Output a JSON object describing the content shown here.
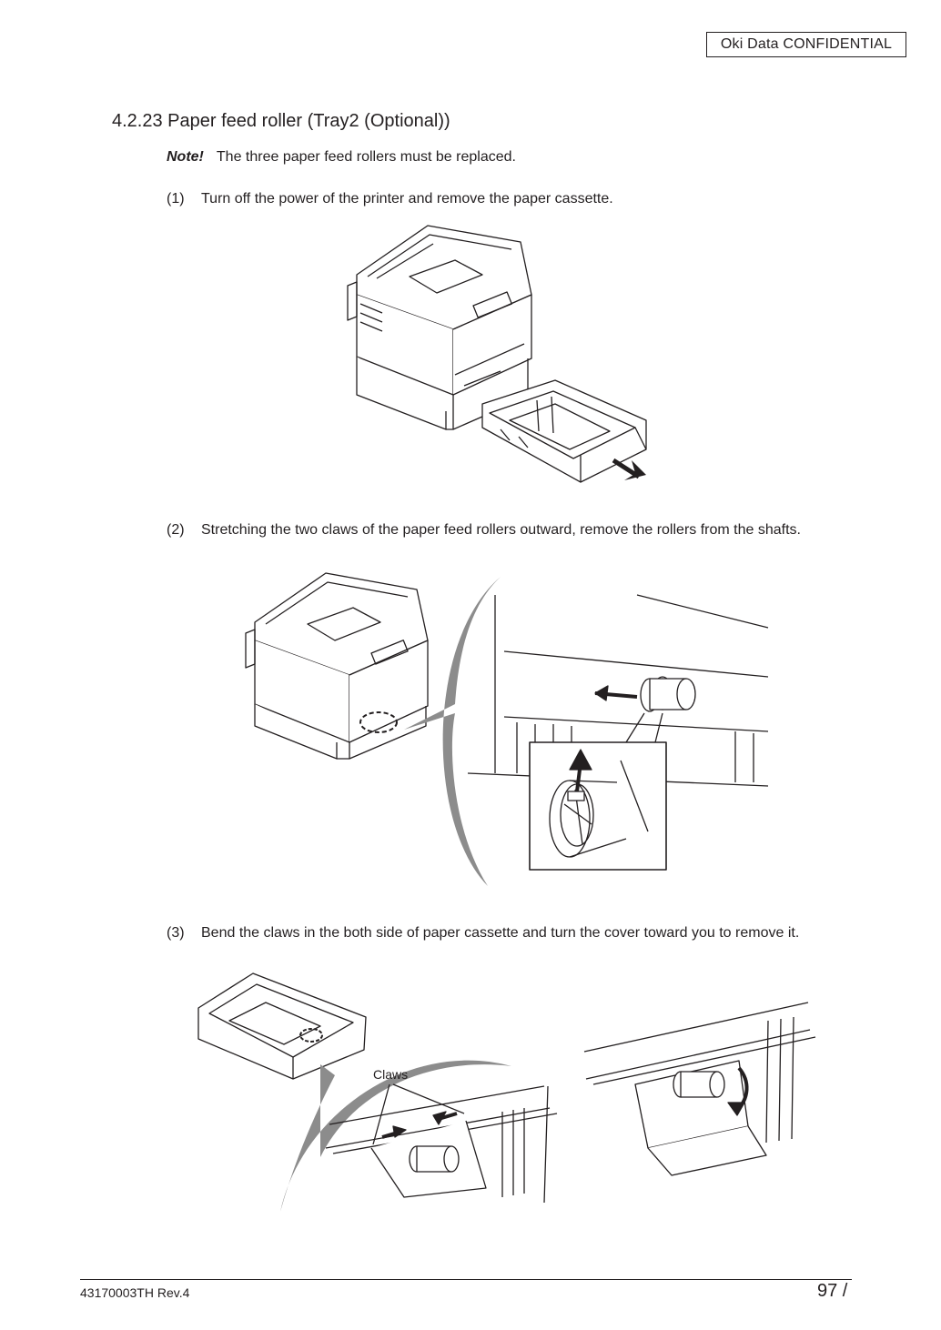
{
  "header": {
    "confidential": "Oki Data CONFIDENTIAL"
  },
  "section": {
    "title": "4.2.23  Paper feed roller (Tray2 (Optional))"
  },
  "note": {
    "label": "Note!",
    "text": "The three paper feed rollers must be replaced."
  },
  "steps": [
    {
      "number": "(1)",
      "text": "Turn off the power of the printer and remove the paper cassette."
    },
    {
      "number": "(2)",
      "text": "Stretching the two claws of the paper feed rollers outward, remove the rollers from the shafts."
    },
    {
      "number": "(3)",
      "text": "Bend the claws in the both side of paper cassette and turn the cover toward you to remove it."
    }
  ],
  "figure3": {
    "callout": "Claws"
  },
  "footer": {
    "doc_number": "43170003TH  Rev.4",
    "page": "97 /"
  }
}
